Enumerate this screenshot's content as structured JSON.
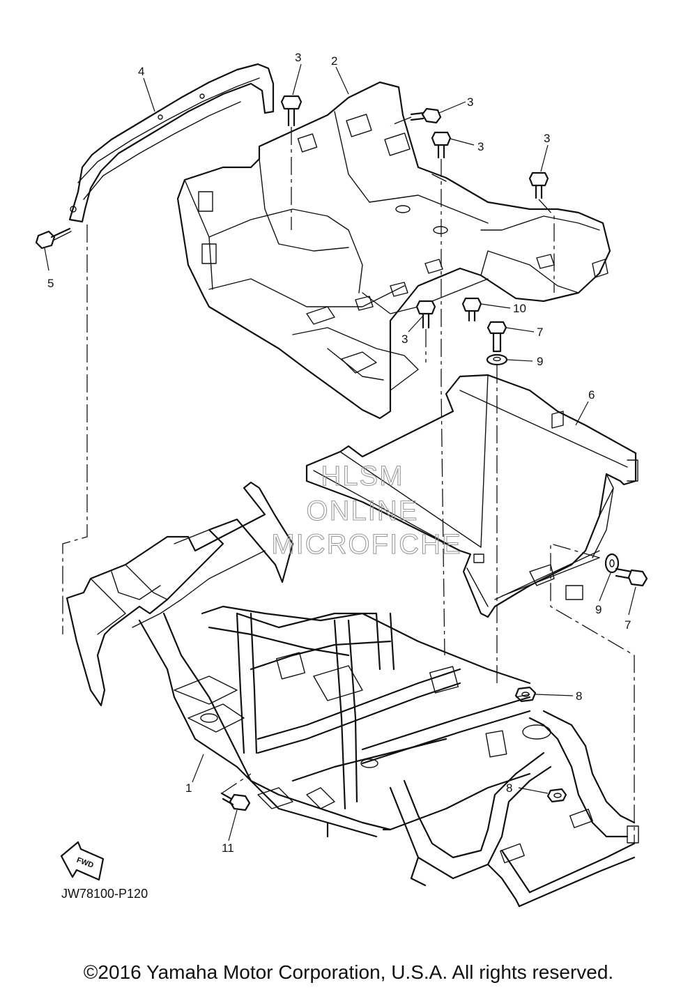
{
  "diagram": {
    "callouts": [
      {
        "id": "c1",
        "text": "1"
      },
      {
        "id": "c2",
        "text": "2"
      },
      {
        "id": "c3a",
        "text": "3"
      },
      {
        "id": "c3b",
        "text": "3"
      },
      {
        "id": "c3c",
        "text": "3"
      },
      {
        "id": "c3d",
        "text": "3"
      },
      {
        "id": "c3e",
        "text": "3"
      },
      {
        "id": "c4",
        "text": "4"
      },
      {
        "id": "c5",
        "text": "5"
      },
      {
        "id": "c6",
        "text": "6"
      },
      {
        "id": "c7a",
        "text": "7"
      },
      {
        "id": "c7b",
        "text": "7"
      },
      {
        "id": "c8a",
        "text": "8"
      },
      {
        "id": "c8b",
        "text": "8"
      },
      {
        "id": "c9a",
        "text": "9"
      },
      {
        "id": "c9b",
        "text": "9"
      },
      {
        "id": "c10",
        "text": "10"
      },
      {
        "id": "c11",
        "text": "11"
      }
    ],
    "watermark": [
      "HLSM",
      "ONLINE",
      "MICROFICHE"
    ],
    "fwd_label": "FWD",
    "diagram_code": "JW78100-P120",
    "copyright": "©2016 Yamaha Motor Corporation, U.S.A. All rights reserved."
  },
  "colors": {
    "line": "#111111",
    "watermark": "#9a9a9a",
    "background": "#ffffff"
  }
}
